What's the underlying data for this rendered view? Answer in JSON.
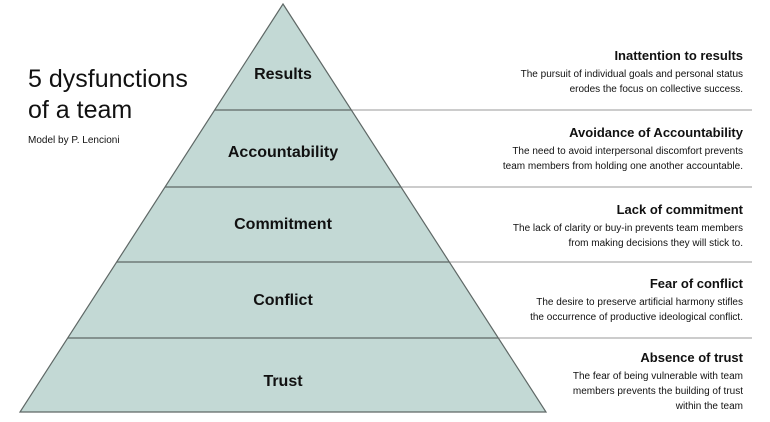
{
  "title_line1": "5 dysfunctions",
  "title_line2": "of a team",
  "subtitle": "Model by P. Lencioni",
  "colors": {
    "pyramid_fill": "#c3d9d5",
    "pyramid_stroke": "#5f6866",
    "separator": "#9a9a9a",
    "text": "#111111"
  },
  "levels": [
    {
      "label": "Results",
      "heading": "Inattention to results",
      "lines": [
        "The pursuit of individual goals and personal status",
        "erodes the focus on collective success."
      ]
    },
    {
      "label": "Accountability",
      "heading": "Avoidance of Accountability",
      "lines": [
        "The need to avoid interpersonal discomfort prevents",
        "team members from holding one another accountable."
      ]
    },
    {
      "label": "Commitment",
      "heading": "Lack of commitment",
      "lines": [
        "The lack of clarity or buy-in prevents team members",
        "from making decisions they will stick to."
      ]
    },
    {
      "label": "Conflict",
      "heading": "Fear of conflict",
      "lines": [
        "The desire to preserve artificial harmony stifles",
        "the occurrence of productive ideological conflict."
      ]
    },
    {
      "label": "Trust",
      "heading": "Absence of trust",
      "lines": [
        "The fear of being vulnerable with team",
        "members prevents the building of trust",
        "within the team"
      ]
    }
  ]
}
